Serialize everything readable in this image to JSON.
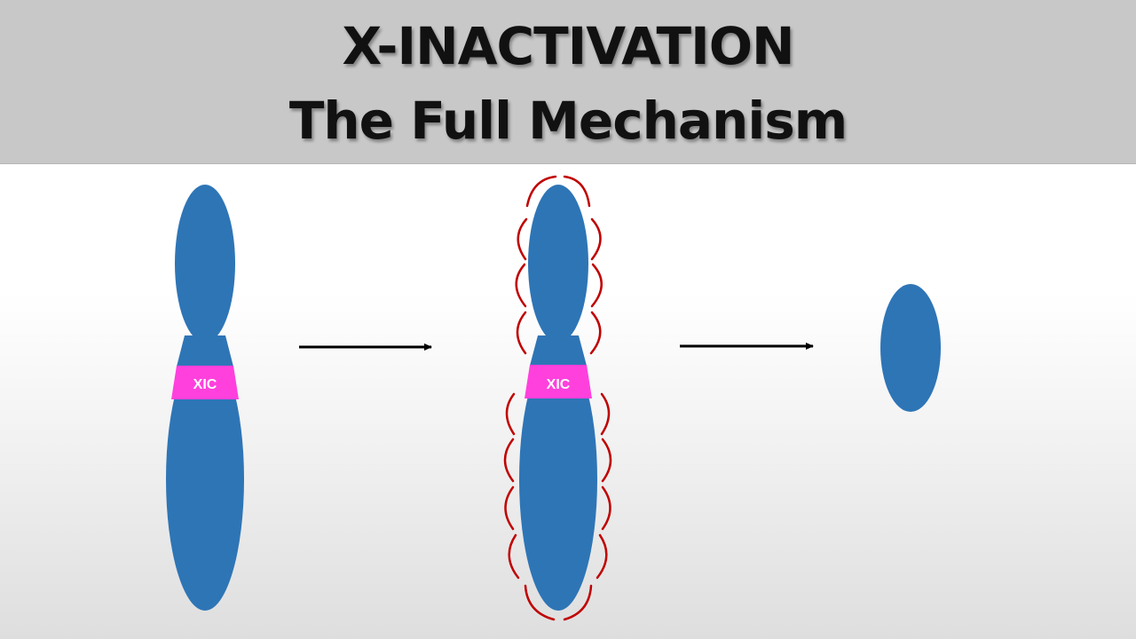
{
  "header": {
    "title_line_1": "X-INACTIVATION",
    "title_line_2": "The Full Mechanism"
  },
  "diagram": {
    "xic_label_1": "XIC",
    "xic_label_2": "XIC"
  },
  "colors": {
    "chromosome": "#2e75b6",
    "xic_band": "#ff40dd",
    "xist_coat": "#c00000",
    "arrow": "#000000",
    "header_bg": "#c8c8c8"
  }
}
